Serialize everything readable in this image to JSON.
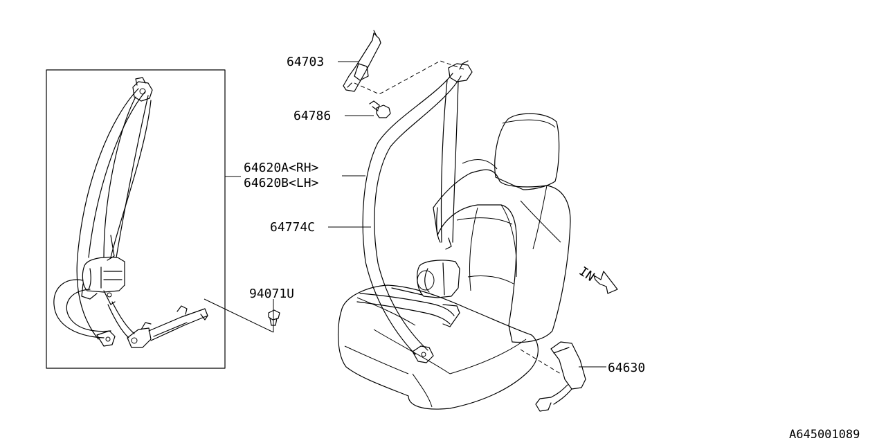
{
  "diagram": {
    "labels": {
      "p64703": "64703",
      "p64786": "64786",
      "p64620a": "64620A<RH>",
      "p64620b": "64620B<LH>",
      "p64774c": "64774C",
      "p94071u": "94071U",
      "p64630": "64630",
      "direction": "IN"
    },
    "reference": "A645001089"
  }
}
